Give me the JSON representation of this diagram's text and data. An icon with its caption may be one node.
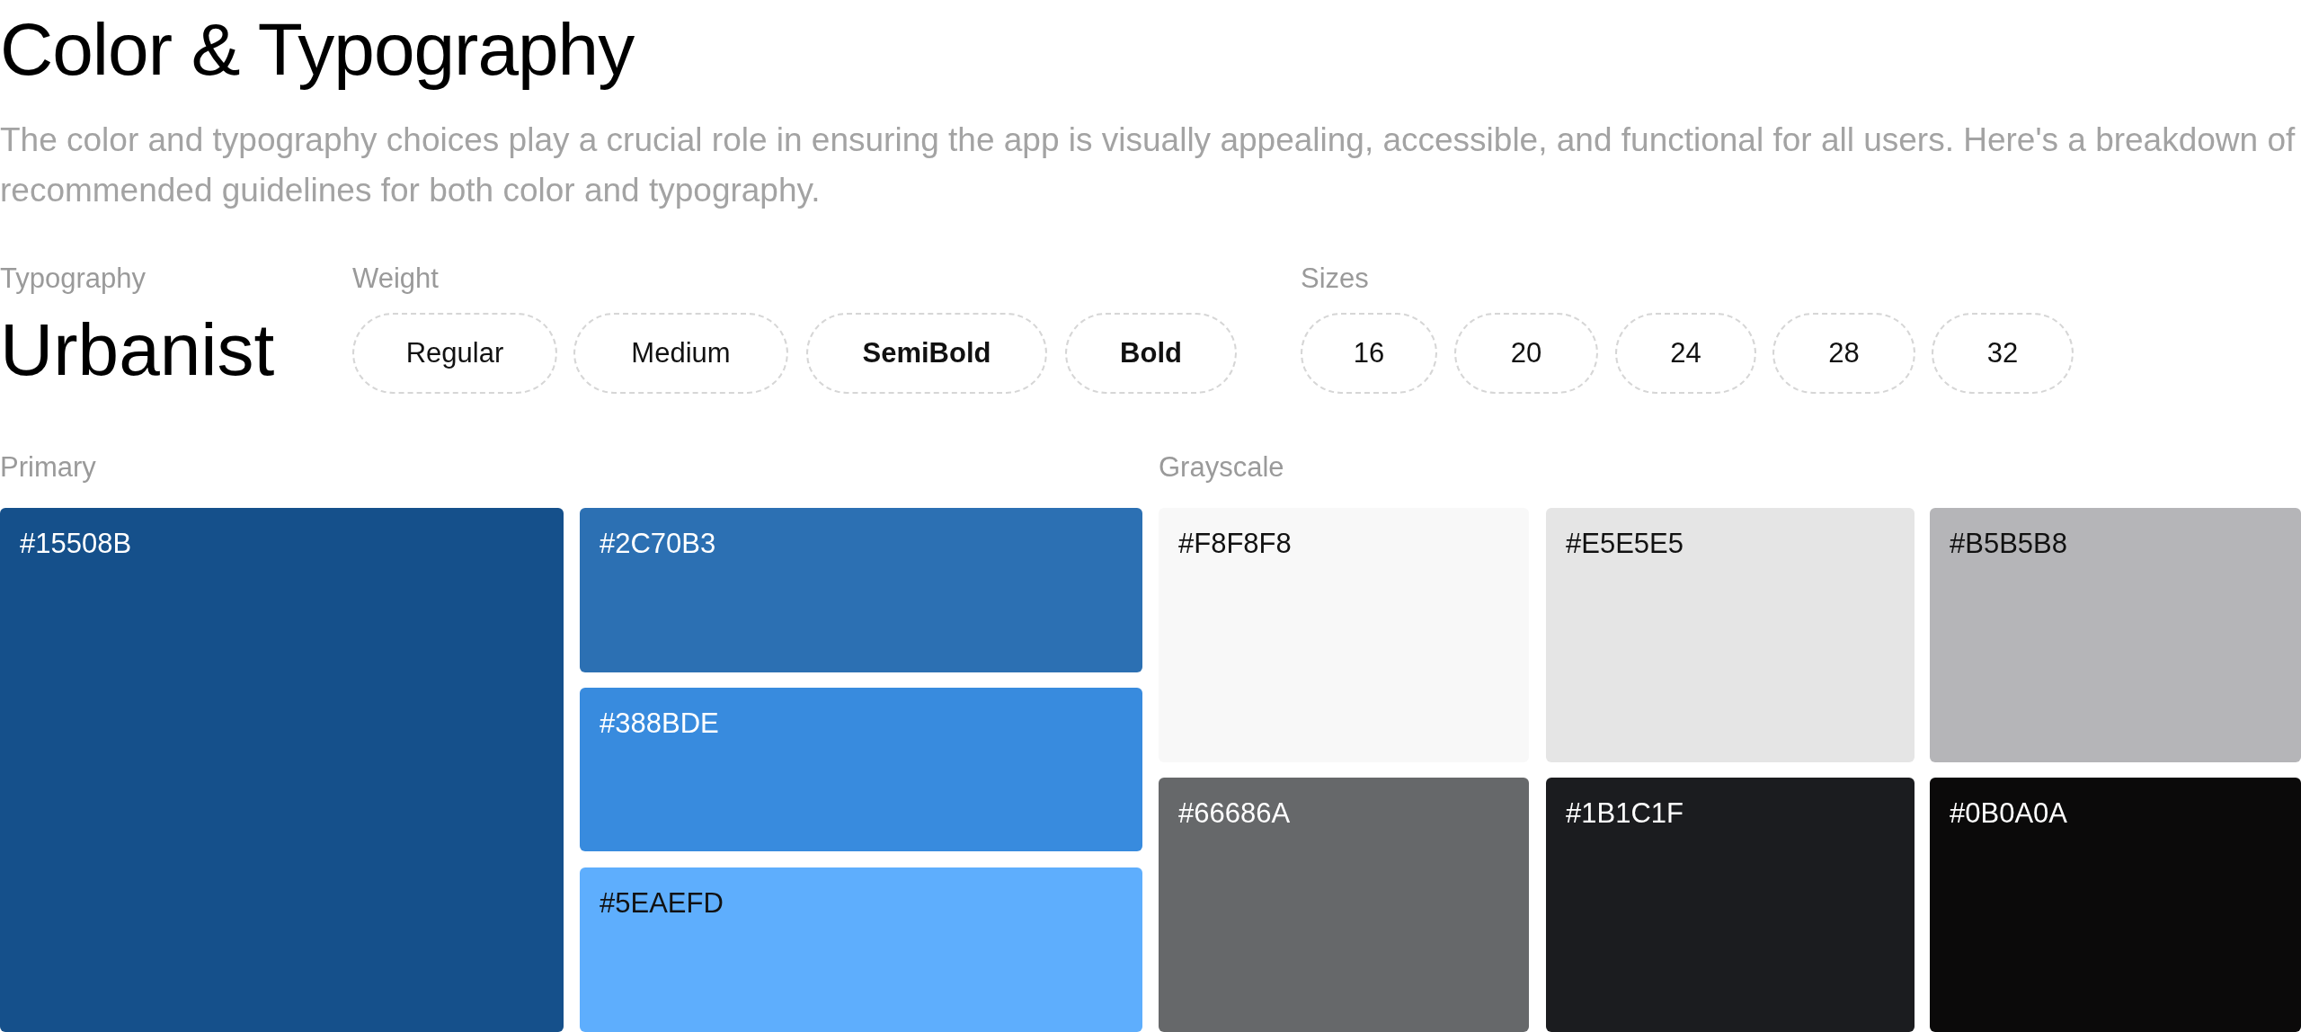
{
  "diagram": {
    "title": "Color & Typography",
    "labels": [
      "**The color and typography** choices play a crucial role in ensuring the app is visually appealing, accessible, and functional for all users. Here's a breakdown of recommended guidelines for both **color and typography.**",
      "Typography",
      "Urbanist",
      "Weight",
      "Sizes",
      "Primary",
      "Grayscale"
    ],
    "nodes": [
      {
        "text": [
          "Regular"
        ]
      },
      {
        "text": [
          "Medium"
        ]
      },
      {
        "text": [
          "SemiBold"
        ]
      },
      {
        "text": [
          "Bold"
        ]
      },
      {
        "text": [
          "16"
        ]
      },
      {
        "text": [
          "20"
        ]
      },
      {
        "text": [
          "24"
        ]
      },
      {
        "text": [
          "28"
        ]
      },
      {
        "text": [
          "32"
        ]
      },
      {
        "text": [
          "#15508B"
        ]
      },
      {
        "text": [
          "#2C70B3"
        ]
      },
      {
        "text": [
          "#388BDE"
        ]
      },
      {
        "text": [
          "#5EAEFD"
        ]
      },
      {
        "text": [
          "#F8F8F8"
        ]
      },
      {
        "text": [
          "#E5E5E5"
        ]
      },
      {
        "text": [
          "#B5B5B8"
        ]
      },
      {
        "text": [
          "#66686A"
        ]
      },
      {
        "text": [
          "#1B1C1F"
        ]
      },
      {
        "text": [
          "#0B0A0A"
        ]
      }
    ]
  }
}
